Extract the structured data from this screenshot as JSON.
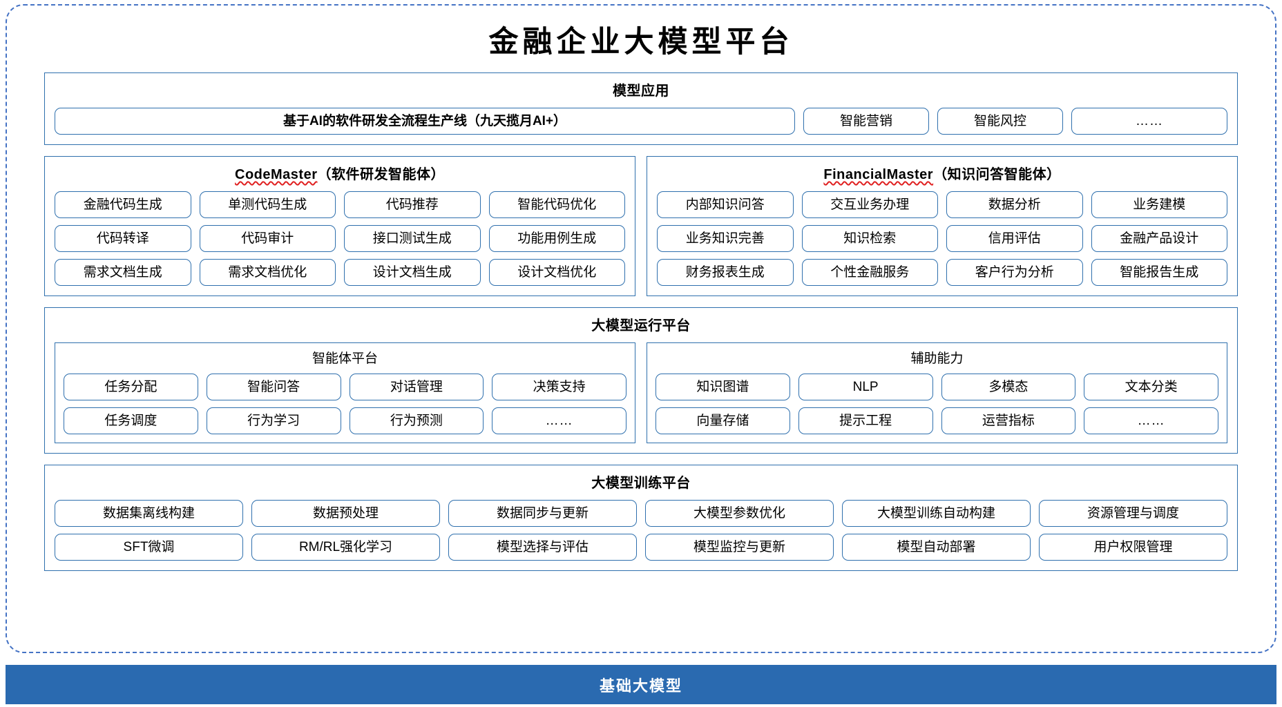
{
  "title": "金融企业大模型平台",
  "sections": {
    "apps": {
      "title": "模型应用",
      "items": [
        "基于AI的软件研发全流程生产线（九天揽月AI+）",
        "智能营销",
        "智能风控",
        "……"
      ]
    },
    "code_master": {
      "title_en": "CodeMaster",
      "title_cn": "（软件研发智能体）",
      "rows": [
        [
          "金融代码生成",
          "单测代码生成",
          "代码推荐",
          "智能代码优化"
        ],
        [
          "代码转译",
          "代码审计",
          "接口测试生成",
          "功能用例生成"
        ],
        [
          "需求文档生成",
          "需求文档优化",
          "设计文档生成",
          "设计文档优化"
        ]
      ]
    },
    "financial_master": {
      "title_en": "FinancialMaster",
      "title_cn": "（知识问答智能体）",
      "rows": [
        [
          "内部知识问答",
          "交互业务办理",
          "数据分析",
          "业务建模"
        ],
        [
          "业务知识完善",
          "知识检索",
          "信用评估",
          "金融产品设计"
        ],
        [
          "财务报表生成",
          "个性金融服务",
          "客户行为分析",
          "智能报告生成"
        ]
      ]
    },
    "runtime": {
      "title": "大模型运行平台",
      "agent_platform": {
        "title": "智能体平台",
        "rows": [
          [
            "任务分配",
            "智能问答",
            "对话管理",
            "决策支持"
          ],
          [
            "任务调度",
            "行为学习",
            "行为预测",
            "……"
          ]
        ]
      },
      "aux_capability": {
        "title": "辅助能力",
        "rows": [
          [
            "知识图谱",
            "NLP",
            "多模态",
            "文本分类"
          ],
          [
            "向量存储",
            "提示工程",
            "运营指标",
            "……"
          ]
        ]
      }
    },
    "training": {
      "title": "大模型训练平台",
      "rows": [
        [
          "数据集离线构建",
          "数据预处理",
          "数据同步与更新",
          "大模型参数优化",
          "大模型训练自动构建",
          "资源管理与调度"
        ],
        [
          "SFT微调",
          "RM/RL强化学习",
          "模型选择与评估",
          "模型监控与更新",
          "模型自动部署",
          "用户权限管理"
        ]
      ]
    },
    "base_model": {
      "title": "基础大模型"
    }
  },
  "colors": {
    "border_blue": "#2e6fad",
    "frame_blue": "#4472c4",
    "banner_blue": "#2a6ab0",
    "spellcheck_red": "#e02020"
  }
}
